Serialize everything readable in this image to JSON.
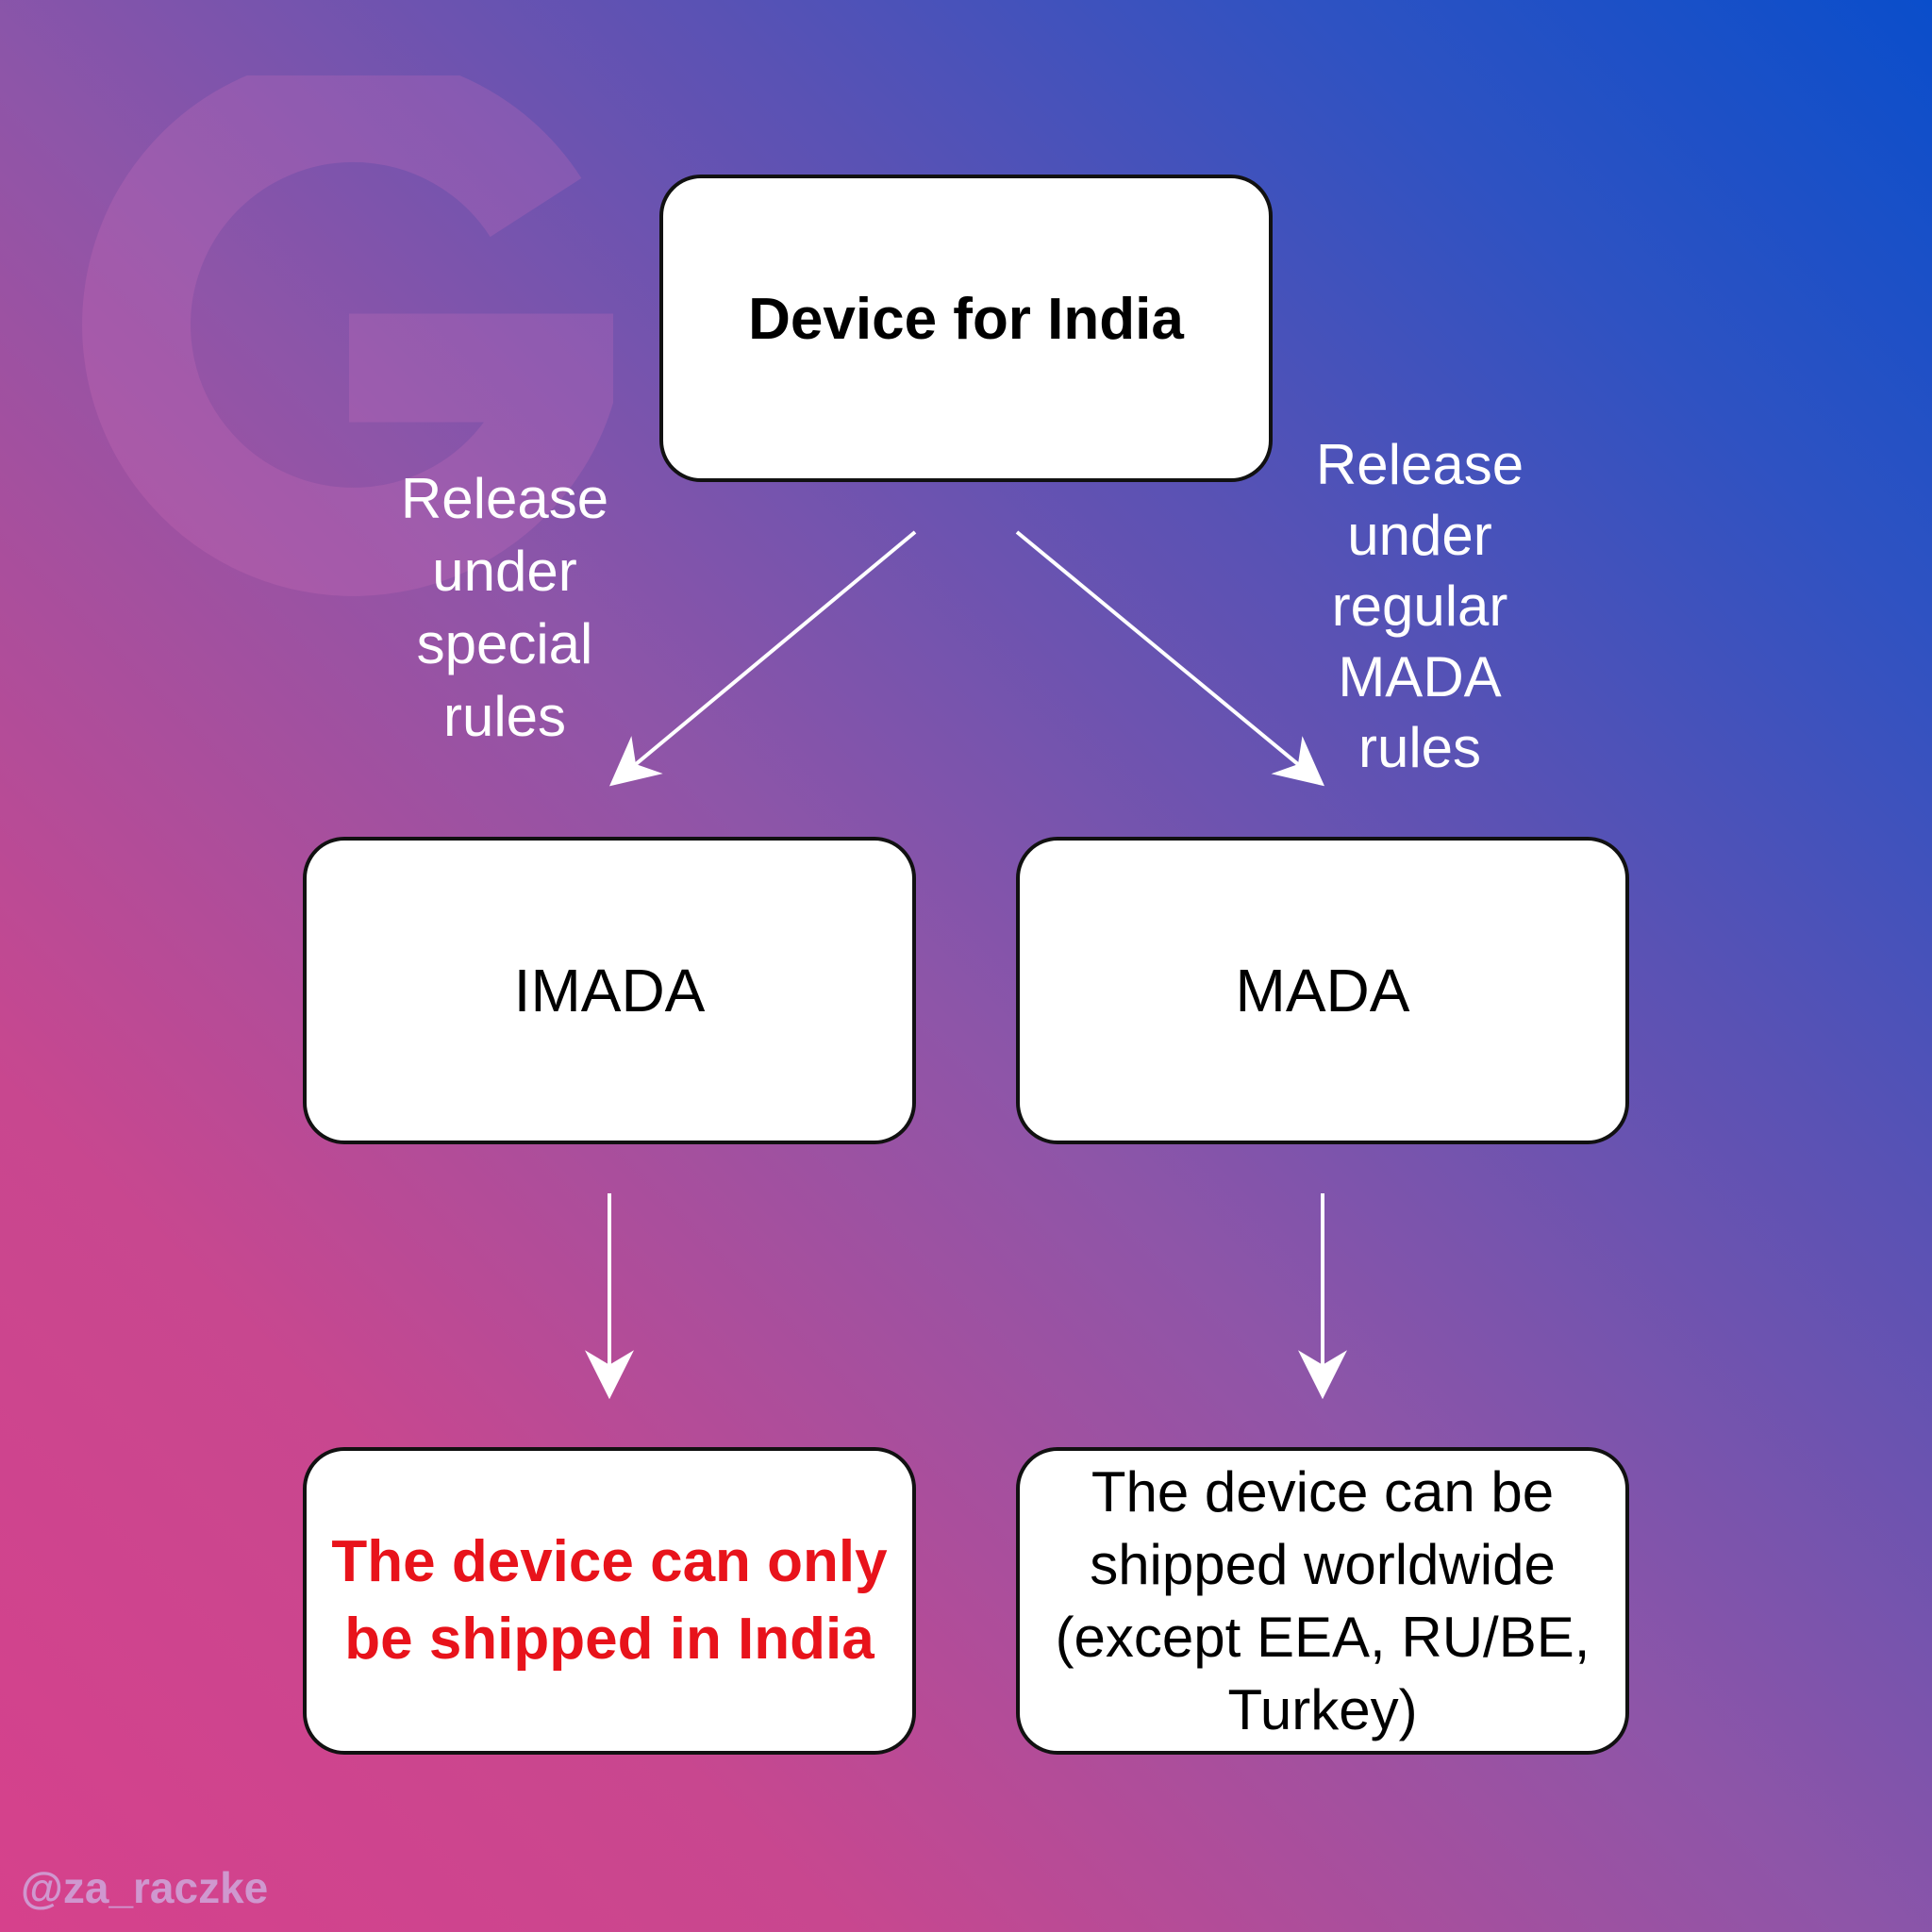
{
  "nodes": {
    "root": "Device for India",
    "imada": "IMADA",
    "mada": "MADA",
    "india_only": "The device can only be shipped in India",
    "worldwide": "The device can be shipped worldwide (except EEA, RU/BE, Turkey)"
  },
  "edges": {
    "special_rules": "Release\nunder\nspecial\nrules",
    "mada_rules": "Release\nunder\nregular\nMADA\nrules"
  },
  "credit": "@za_raczke",
  "colors": {
    "box_fill": "#ffffff",
    "box_border": "#111111",
    "highlight_text": "#e8131b",
    "arrow": "#ffffff"
  },
  "icons": {
    "watermark": "google-g-logo-icon"
  }
}
